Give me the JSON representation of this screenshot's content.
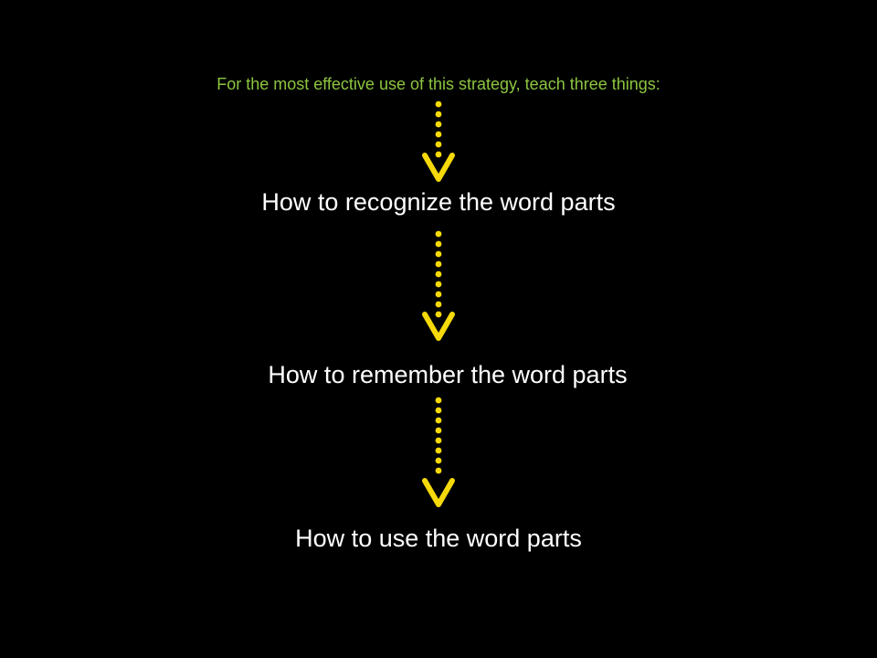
{
  "intro": "For the most effective use of this strategy, teach three things:",
  "steps": [
    "How to recognize the word parts",
    "How to remember the word parts",
    "How to use the word parts"
  ],
  "colors": {
    "background": "#000000",
    "intro_text": "#8dc63f",
    "step_text": "#ffffff",
    "arrow": "#f5d90a"
  }
}
